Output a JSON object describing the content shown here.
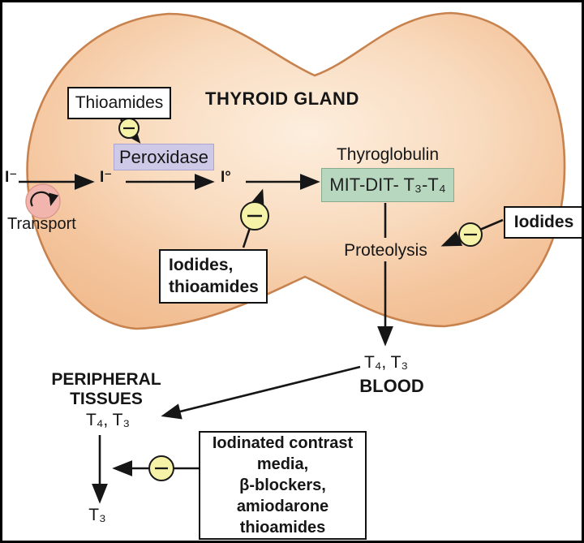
{
  "figure": {
    "title": "THYROID GLAND",
    "labels": {
      "iodide_plasma": "I⁻",
      "iodide_gland": "I⁻",
      "iodine": "I°",
      "transport": "Transport",
      "thyroglobulin": "Thyroglobulin",
      "proteolysis": "Proteolysis",
      "t4_t3_blood": "T₄, T₃",
      "blood": "BLOOD",
      "peripheral_line1": "PERIPHERAL",
      "peripheral_line2": "TISSUES",
      "t4_t3_peripheral": "T₄, T₃",
      "t3": "T₃"
    },
    "boxes": {
      "thioamides": "Thioamides",
      "peroxidase": "Peroxidase",
      "mit_dit": "MIT-DIT- T₃-T₄",
      "iodides": "Iodides",
      "iodides_thioamides": {
        "line1": "Iodides,",
        "line2": "thioamides"
      },
      "deiodination": {
        "line1": "Iodinated contrast",
        "line2": "media,",
        "line3": "β-blockers,",
        "line4": "amiodarone",
        "line5": "thioamides"
      }
    },
    "icons": {
      "inhibition": "minus-circle",
      "transport": "clockwise-arrow-circle"
    },
    "colors": {
      "gland_fill": "#f2bf96",
      "gland_center": "#fdeede",
      "gland_stroke": "#c8824e",
      "peroxidase_fill": "#cdc9e6",
      "mit_dit_fill": "#b7d8bf",
      "inhibitor_fill": "#f6f2a8",
      "transport_fill": "#f2b5ae",
      "line_color": "#161616"
    }
  }
}
